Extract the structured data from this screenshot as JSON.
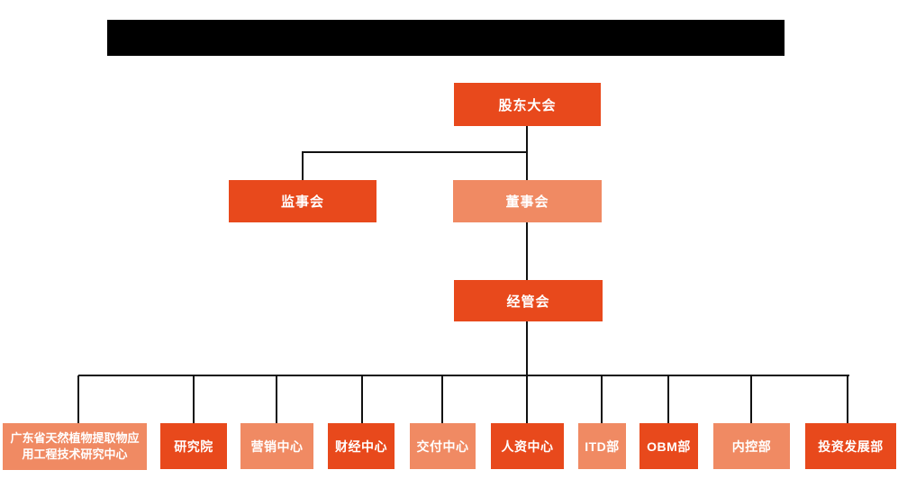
{
  "colors": {
    "node_primary": "#e8491c",
    "node_secondary": "#f08a63",
    "connector_line": "#111111",
    "redaction_bar": "#000000",
    "node_text": "#ffffff",
    "background": "#ffffff"
  },
  "org": {
    "root": {
      "label": "股东大会"
    },
    "level2": [
      {
        "label": "监事会"
      },
      {
        "label": "董事会"
      }
    ],
    "level3": {
      "label": "经管会"
    },
    "departments": [
      {
        "label": "广东省天然植物提取物应用工程技术研究中心"
      },
      {
        "label": "研究院"
      },
      {
        "label": "营销中心"
      },
      {
        "label": "财经中心"
      },
      {
        "label": "交付中心"
      },
      {
        "label": "人资中心"
      },
      {
        "label": "ITD部"
      },
      {
        "label": "OBM部"
      },
      {
        "label": "内控部"
      },
      {
        "label": "投资发展部"
      }
    ]
  }
}
